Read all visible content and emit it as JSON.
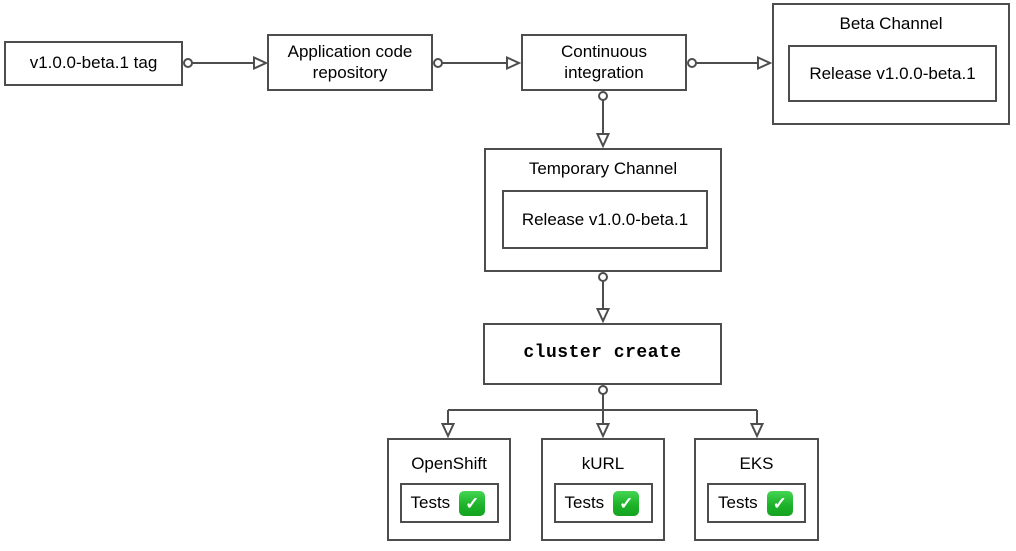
{
  "diagram": {
    "nodes": {
      "version_tag": {
        "label": "v1.0.0-beta.1 tag"
      },
      "app_repo": {
        "label": "Application code repository"
      },
      "ci": {
        "label": "Continuous integration"
      },
      "beta_channel": {
        "title": "Beta Channel",
        "release_label": "Release v1.0.0-beta.1"
      },
      "temporary_channel": {
        "title": "Temporary Channel",
        "release_label": "Release v1.0.0-beta.1"
      },
      "cluster_create": {
        "label": "cluster create"
      }
    },
    "clusters": [
      {
        "title": "OpenShift",
        "tests_label": "Tests",
        "status_icon": "check-mark-button"
      },
      {
        "title": "kURL",
        "tests_label": "Tests",
        "status_icon": "check-mark-button"
      },
      {
        "title": "EKS",
        "tests_label": "Tests",
        "status_icon": "check-mark-button"
      }
    ],
    "icons": {
      "check_glyph": "✓"
    },
    "colors": {
      "stroke": "#4d4d4d",
      "node_fill": "#ffffff",
      "text": "#000000",
      "check_green": "#1db32a",
      "check_glyph_color": "#ffffff"
    }
  }
}
